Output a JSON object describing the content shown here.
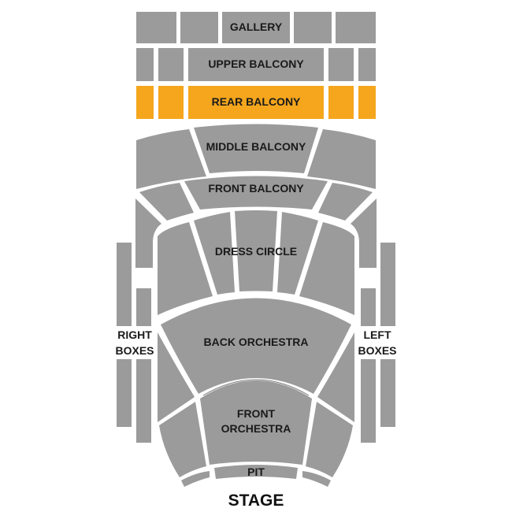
{
  "colors": {
    "section": "#9b9b9b",
    "highlight": "#f5a61d",
    "background": "#ffffff",
    "text": "#1a1a1a"
  },
  "highlighted_section": "rear_balcony",
  "sections": {
    "gallery": "GALLERY",
    "upper_balcony": "UPPER BALCONY",
    "rear_balcony": "REAR BALCONY",
    "middle_balcony": "MIDDLE BALCONY",
    "front_balcony": "FRONT BALCONY",
    "dress_circle": "DRESS CIRCLE",
    "back_orchestra": "BACK ORCHESTRA",
    "front_orchestra_line1": "FRONT",
    "front_orchestra_line2": "ORCHESTRA",
    "pit": "PIT",
    "right_boxes_line1": "RIGHT",
    "right_boxes_line2": "BOXES",
    "left_boxes_line1": "LEFT",
    "left_boxes_line2": "BOXES"
  },
  "stage_label": "STAGE"
}
